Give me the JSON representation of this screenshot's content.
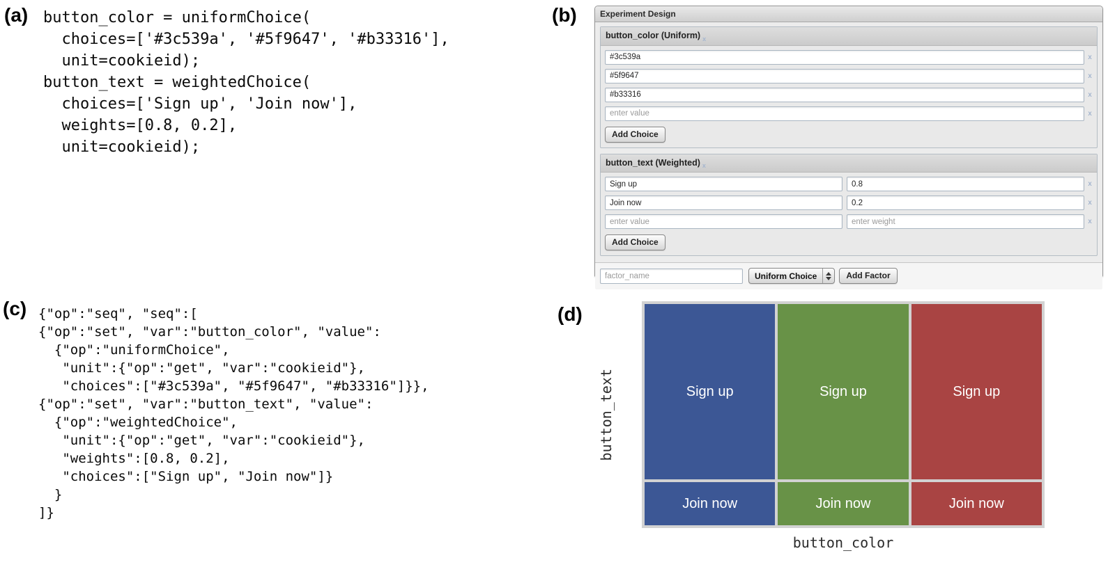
{
  "figure": {
    "panel_labels": {
      "a": "(a)",
      "b": "(b)",
      "c": "(c)",
      "d": "(d)"
    }
  },
  "panels": {
    "a": {
      "code_lines": [
        "button_color = uniformChoice(",
        "  choices=['#3c539a', '#5f9647', '#b33316'],",
        "  unit=cookieid);",
        "",
        "button_text = weightedChoice(",
        "  choices=['Sign up', 'Join now'],",
        "  weights=[0.8, 0.2],",
        "  unit=cookieid);"
      ]
    },
    "b": {
      "window_title": "Experiment Design",
      "remove_icon": "x",
      "factors": [
        {
          "title": "button_color (Uniform)",
          "type": "Uniform",
          "add_button": "Add Choice",
          "choices": [
            {
              "value": "#3c539a"
            },
            {
              "value": "#5f9647"
            },
            {
              "value": "#b33316"
            }
          ],
          "new_choice_placeholder": "enter value"
        },
        {
          "title": "button_text (Weighted)",
          "type": "Weighted",
          "add_button": "Add Choice",
          "choices": [
            {
              "value": "Sign up",
              "weight": "0.8"
            },
            {
              "value": "Join now",
              "weight": "0.2"
            }
          ],
          "new_choice_placeholder": "enter value",
          "new_weight_placeholder": "enter weight"
        }
      ],
      "footer": {
        "factor_name_placeholder": "factor_name",
        "factor_type_selected": "Uniform Choice",
        "add_factor_label": "Add Factor"
      }
    },
    "c": {
      "code_lines": [
        "{\"op\":\"seq\", \"seq\":[",
        "{\"op\":\"set\", \"var\":\"button_color\", \"value\":",
        "  {\"op\":\"uniformChoice\",",
        "   \"unit\":{\"op\":\"get\", \"var\":\"cookieid\"},",
        "   \"choices\":[\"#3c539a\", \"#5f9647\", \"#b33316\"]}},",
        "{\"op\":\"set\", \"var\":\"button_text\", \"value\":",
        "  {\"op\":\"weightedChoice\",",
        "   \"unit\":{\"op\":\"get\", \"var\":\"cookieid\"},",
        "   \"weights\":[0.8, 0.2],",
        "   \"choices\":[\"Sign up\", \"Join now\"]}",
        "  }",
        "]}"
      ]
    },
    "d": {
      "x_axis_label": "button_color",
      "y_axis_label": "button_text",
      "columns": [
        {
          "value": "#3c539a",
          "fill": "#3c5795"
        },
        {
          "value": "#5f9647",
          "fill": "#689247"
        },
        {
          "value": "#b33316",
          "fill": "#a94443"
        }
      ],
      "rows": [
        {
          "label": "Sign up",
          "weight": 0.8
        },
        {
          "label": "Join now",
          "weight": 0.2
        }
      ]
    }
  },
  "chart_data": {
    "type": "table",
    "xlabel": "button_color",
    "ylabel": "button_text",
    "columns": [
      "#3c539a",
      "#5f9647",
      "#b33316"
    ],
    "column_fills": [
      "#3c5795",
      "#689247",
      "#a94443"
    ],
    "row_labels": [
      "Sign up",
      "Join now"
    ],
    "row_weights": [
      0.8,
      0.2
    ],
    "cells": [
      [
        "Sign up",
        "Sign up",
        "Sign up"
      ],
      [
        "Join now",
        "Join now",
        "Join now"
      ]
    ]
  }
}
